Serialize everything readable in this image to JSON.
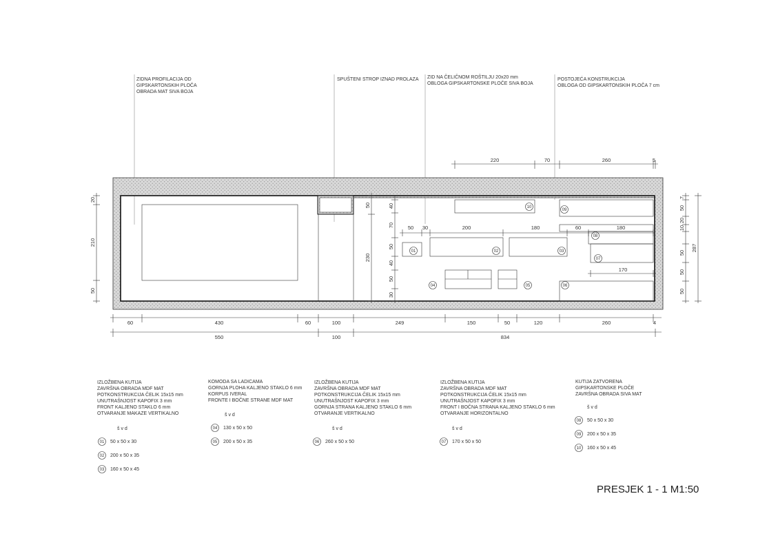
{
  "title": "PRESJEK 1 - 1 M1:50",
  "annotations": [
    [
      "ZIDNA PROFILACIJA OD",
      "GIPSKARTONSKIH PLOČA",
      "OBRADA MAT SIVA BOJA"
    ],
    [
      "SPUŠTENI STROP IZNAD PROLAZA"
    ],
    [
      "ZID NA ČELIČNOM ROŠTILJU 20x20 mm",
      "OBLOGA GIPSKARTONSKE PLOČE SIVA BOJA"
    ],
    [
      "POSTOJEĆA KONSTRUKCIJA",
      "OBLOGA OD GIPSKARTONSKIH PLOČA 7 cm"
    ]
  ],
  "dims": {
    "top": [
      "220",
      "70",
      "260",
      "5"
    ],
    "inner_row": [
      "50",
      "30",
      "200",
      "180",
      "60",
      "180"
    ],
    "left": [
      "20",
      "210",
      "50"
    ],
    "mid_left": [
      "50",
      "230"
    ],
    "mid_inner": [
      "40",
      "70",
      "50",
      "40",
      "50",
      "30"
    ],
    "right_inner": [
      "7",
      "50",
      "20",
      "10",
      "50",
      "50",
      "50"
    ],
    "right_total": "287",
    "inner_170": "170",
    "bottom1": [
      "60",
      "430",
      "60",
      "100",
      "249",
      "150",
      "50",
      "120",
      "260",
      "4"
    ],
    "bottom2": [
      "550",
      "100",
      "834"
    ]
  },
  "tags": [
    "01",
    "02",
    "03",
    "04",
    "05",
    "06",
    "07",
    "08",
    "09",
    "10"
  ],
  "legend": {
    "svd": "š  v  d",
    "columns": [
      {
        "lines": [
          "IZLOŽBENA KUTIJA",
          "ZAVRŠNA OBRADA MDF MAT",
          "POTKONSTRUKCIJA ČELIK 15x15 mm",
          "UNUTRAŠNJOST KAPOFIX 3 mm",
          "FRONT KALJENO STAKLO 6 mm",
          "OTVARANJE MAKAZE VERTIKALNO"
        ],
        "items": [
          [
            "01",
            "50 x 50 x 30"
          ],
          [
            "02",
            "200 x 50 x 35"
          ],
          [
            "03",
            "160 x 50 x 45"
          ]
        ]
      },
      {
        "lines": [
          "KOMODA SA LADICAMA",
          "GORNJA PLOHA KALJENO STAKLO 6 mm",
          "KORPUS IVERAL",
          "FRONTE I BOČNE STRANE MDF MAT"
        ],
        "items": [
          [
            "04",
            "130 x 50 x 50"
          ],
          [
            "05",
            "200 x 50 x 35"
          ]
        ]
      },
      {
        "lines": [
          "IZLOŽBENA KUTIJA",
          "ZAVRŠNA OBRADA MDF MAT",
          "POTKONSTRUKCIJA ČELIK 15x15 mm",
          "UNUTRAŠNJOST KAPOFIX 3 mm",
          "GORNJA  STRANA KALJENO STAKLO 6 mm",
          "OTVARANJE VERTIKALNO"
        ],
        "items": [
          [
            "06",
            "260 x 50 x 50"
          ]
        ]
      },
      {
        "lines": [
          "IZLOŽBENA KUTIJA",
          "ZAVRŠNA OBRADA MDF MAT",
          "POTKONSTRUKCIJA ČELIK 15x15 mm",
          "UNUTRAŠNJOST KAPOFIX 3 mm",
          "FRONT I BOČNA STRANA KALJENO STAKLO 6 mm",
          "OTVARANJE HORIZONTALNO"
        ],
        "items": [
          [
            "07",
            "170 x 50 x 50"
          ]
        ]
      },
      {
        "lines": [
          "KUTIJA ZATVORENA",
          "GIPSKARTONSKE PLOČE",
          "ZAVRŠNA OBRADA SIVA MAT"
        ],
        "items": [
          [
            "08",
            "50 x 50 x 30"
          ],
          [
            "09",
            "200 x 50 x 35"
          ],
          [
            "10",
            "160 x 50 x 45"
          ]
        ]
      }
    ]
  }
}
